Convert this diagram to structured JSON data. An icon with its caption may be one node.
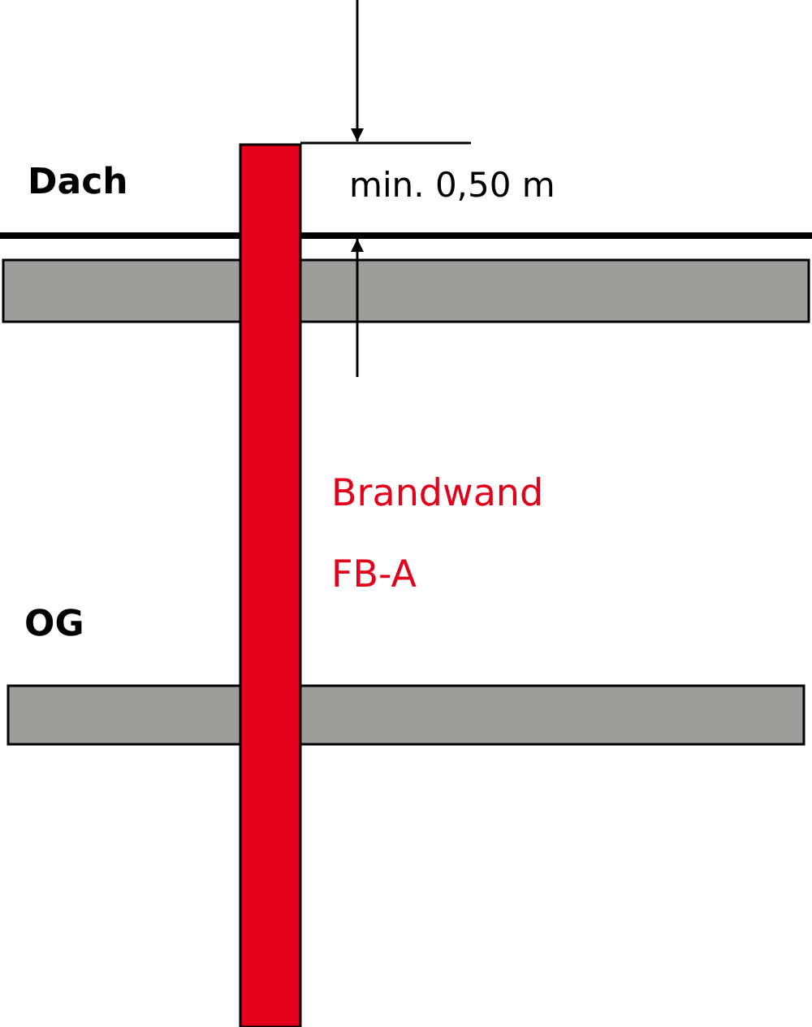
{
  "diagram": {
    "labels": [
      "Dach",
      "min. 0,50 m",
      "Brandwand",
      "FB-A",
      "OG"
    ]
  }
}
